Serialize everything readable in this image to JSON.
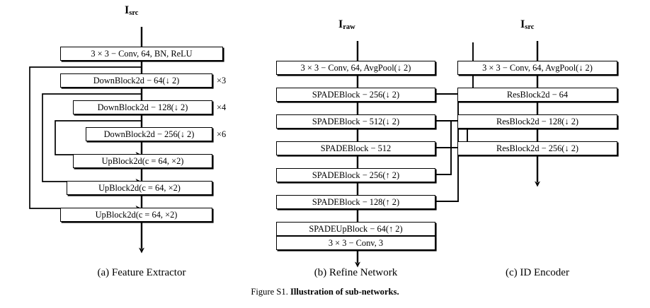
{
  "figure": {
    "caption_prefix": "Figure S1.",
    "caption_bold": "Illustration of sub-networks."
  },
  "columns": [
    {
      "id": "feature-extractor",
      "caption": "(a) Feature Extractor",
      "input_label": "I",
      "input_sub": "src",
      "blocks": [
        {
          "text": "3 × 3 − Conv, 64, BN, ReLU",
          "multiplier": ""
        },
        {
          "text": "DownBlock2d − 64(↓ 2)",
          "multiplier": "×3"
        },
        {
          "text": "DownBlock2d − 128(↓ 2)",
          "multiplier": "×4"
        },
        {
          "text": "DownBlock2d − 256(↓ 2)",
          "multiplier": "×6"
        },
        {
          "text": "UpBlock2d(c = 64, ×2)",
          "multiplier": ""
        },
        {
          "text": "UpBlock2d(c = 64, ×2)",
          "multiplier": ""
        },
        {
          "text": "UpBlock2d(c = 64, ×2)",
          "multiplier": ""
        }
      ]
    },
    {
      "id": "refine-network",
      "caption": "(b) Refine Network",
      "input_label": "I",
      "input_sub": "raw",
      "blocks": [
        {
          "text": "3 × 3 − Conv, 64, AvgPool(↓ 2)",
          "multiplier": ""
        },
        {
          "text": "SPADEBlock − 256(↓ 2)",
          "multiplier": ""
        },
        {
          "text": "SPADEBlock − 512(↓ 2)",
          "multiplier": ""
        },
        {
          "text": "SPADEBlock − 512",
          "multiplier": ""
        },
        {
          "text": "SPADEBlock − 256(↑ 2)",
          "multiplier": ""
        },
        {
          "text": "SPADEBlock − 128(↑ 2)",
          "multiplier": ""
        },
        {
          "text": "SPADEUpBlock − 64(↑ 2)",
          "multiplier": ""
        },
        {
          "text": "3 × 3 − Conv, 3",
          "multiplier": ""
        }
      ]
    },
    {
      "id": "id-encoder",
      "caption": "(c) ID Encoder",
      "input_label": "I",
      "input_sub": "src",
      "blocks": [
        {
          "text": "3 × 3 − Conv, 64, AvgPool(↓ 2)",
          "multiplier": ""
        },
        {
          "text": "ResBlock2d − 64",
          "multiplier": ""
        },
        {
          "text": "ResBlock2d − 128(↓ 2)",
          "multiplier": ""
        },
        {
          "text": "ResBlock2d − 256(↓ 2)",
          "multiplier": ""
        }
      ]
    }
  ],
  "style": {
    "line_color": "#000000",
    "background": "#ffffff"
  }
}
